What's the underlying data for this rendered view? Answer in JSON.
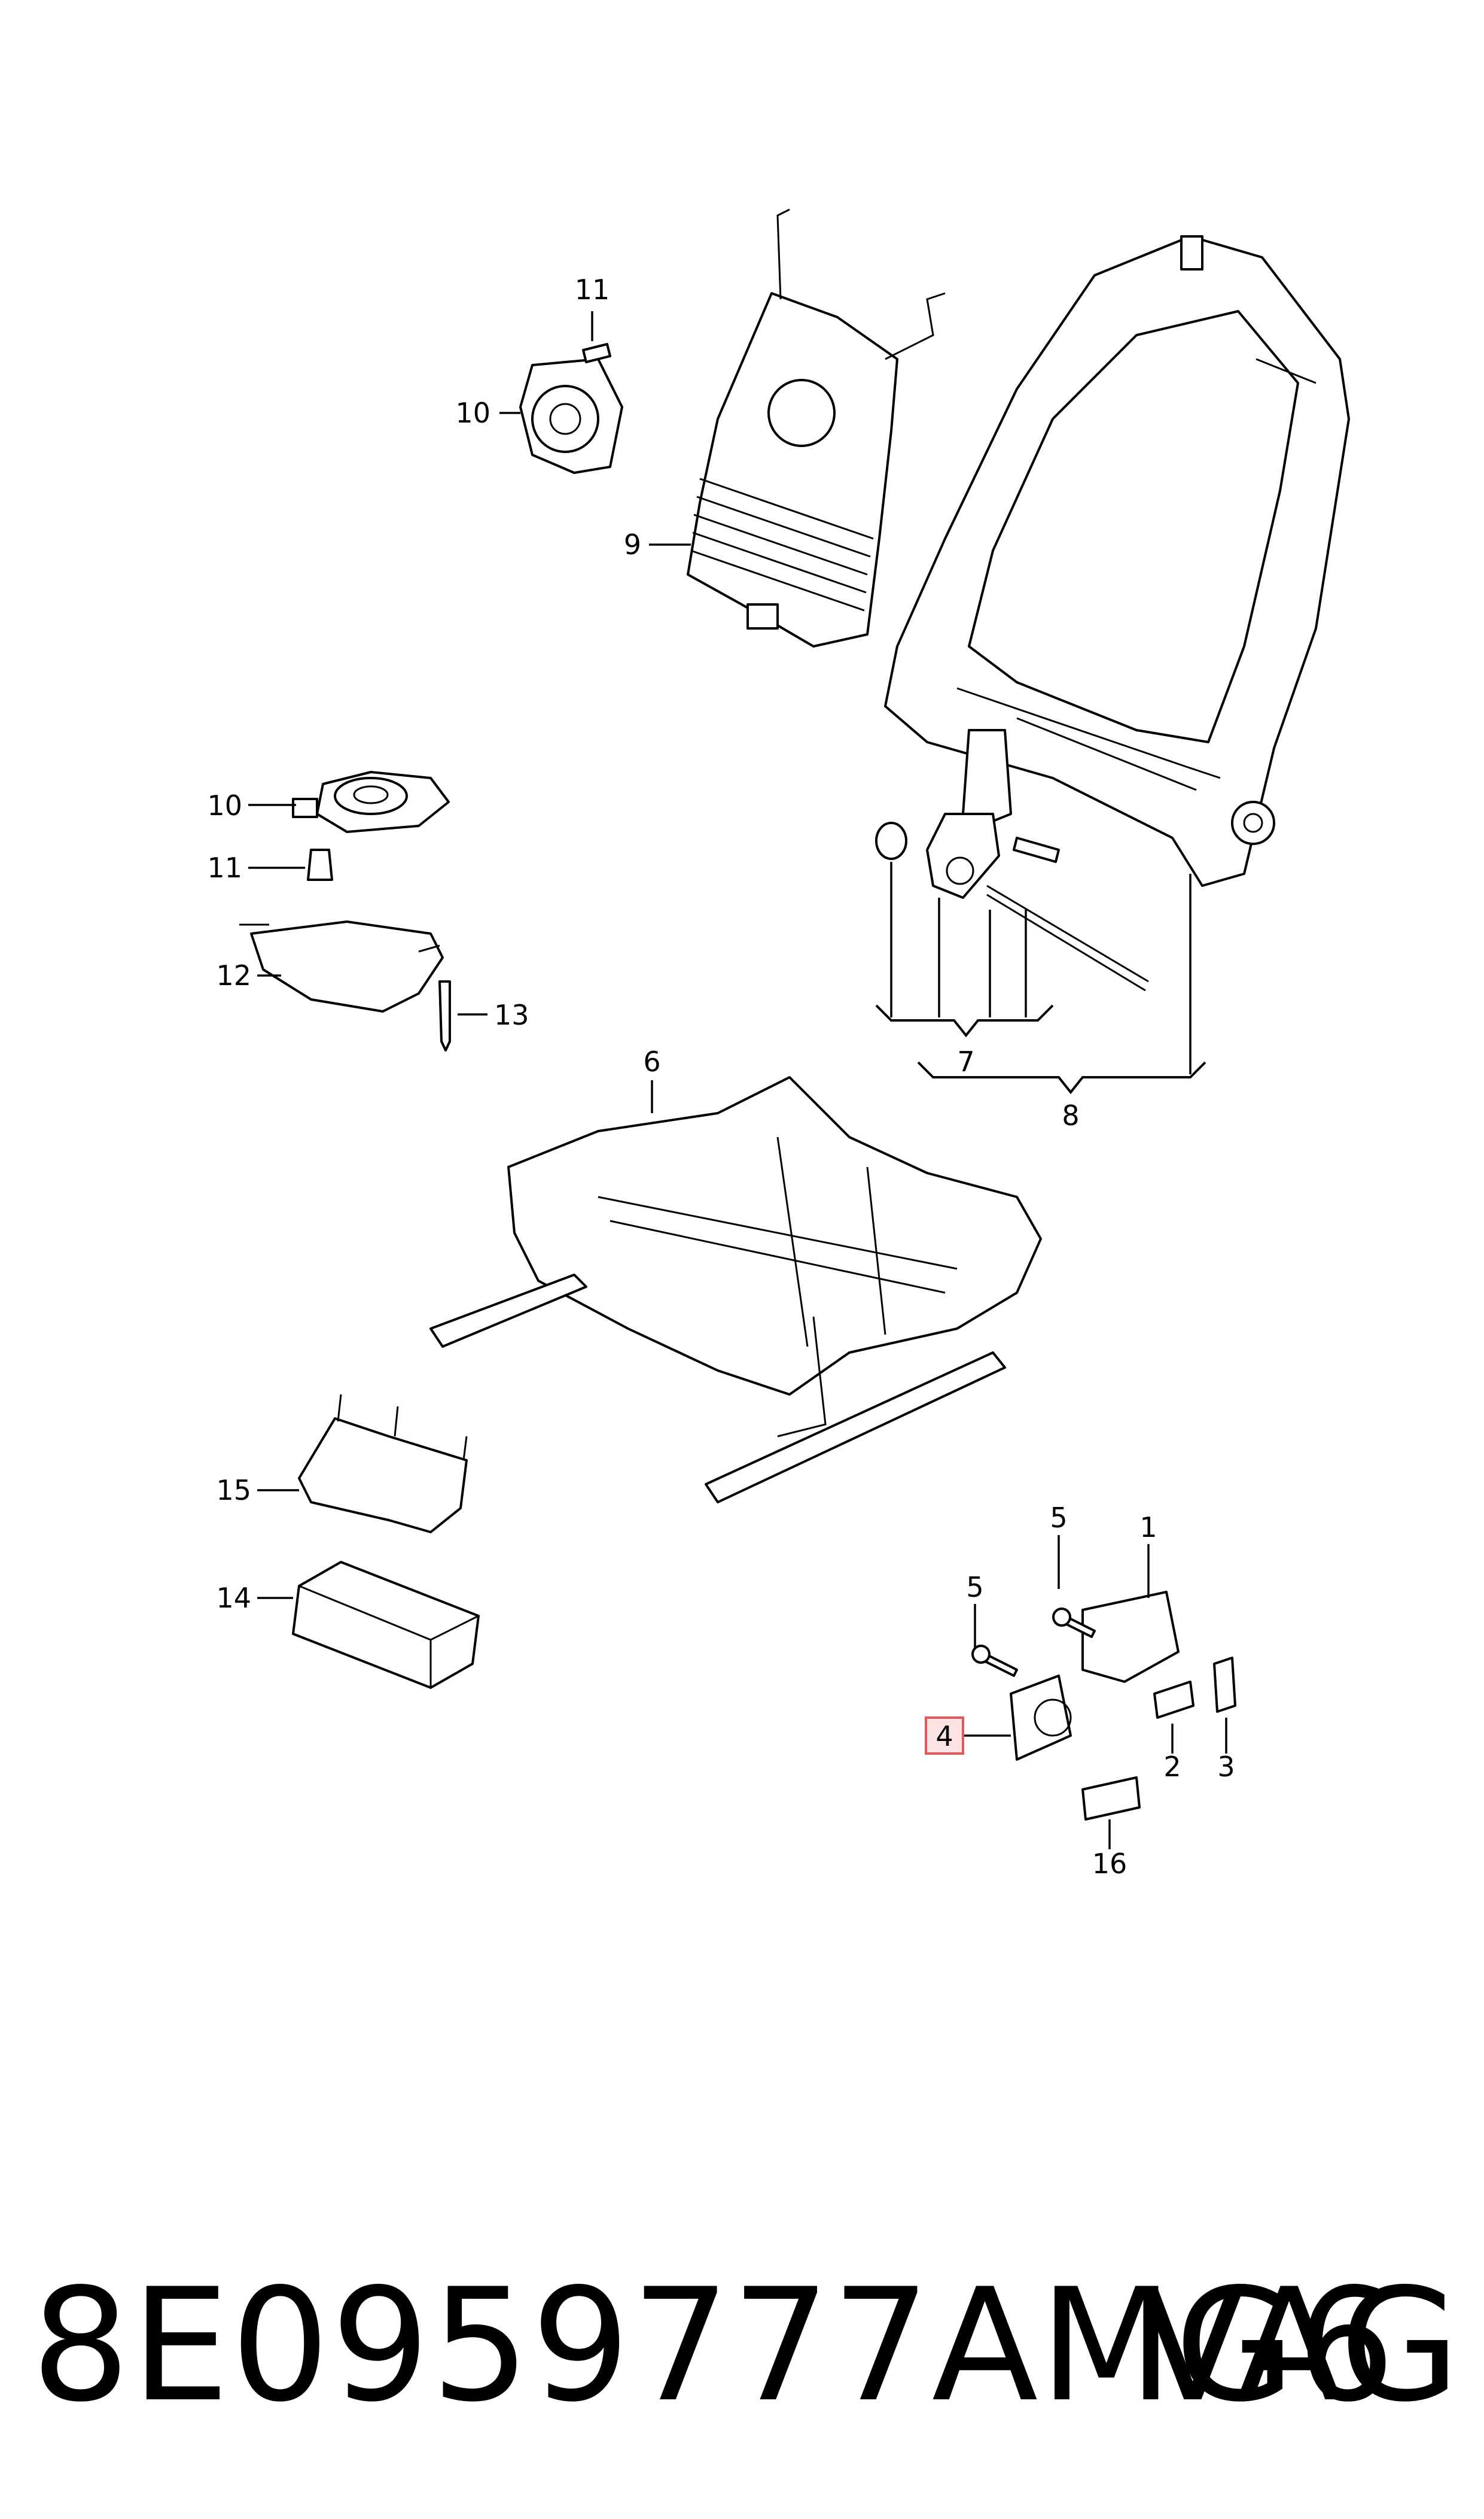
{
  "callouts": {
    "c1": "1",
    "c2": "2",
    "c3": "3",
    "c4": "4",
    "c5a": "5",
    "c5b": "5",
    "c6": "6",
    "c7": "7",
    "c8": "8",
    "c9": "9",
    "c10a": "10",
    "c10b": "10",
    "c11a": "11",
    "c11b": "11",
    "c12": "12",
    "c13": "13",
    "c14": "14",
    "c15": "15",
    "c16": "16"
  },
  "highlighted_callout": "4",
  "highlight_color": "#e05a5a",
  "footer": {
    "part_number": "8E0959777AMG6",
    "brand": "VAG"
  }
}
